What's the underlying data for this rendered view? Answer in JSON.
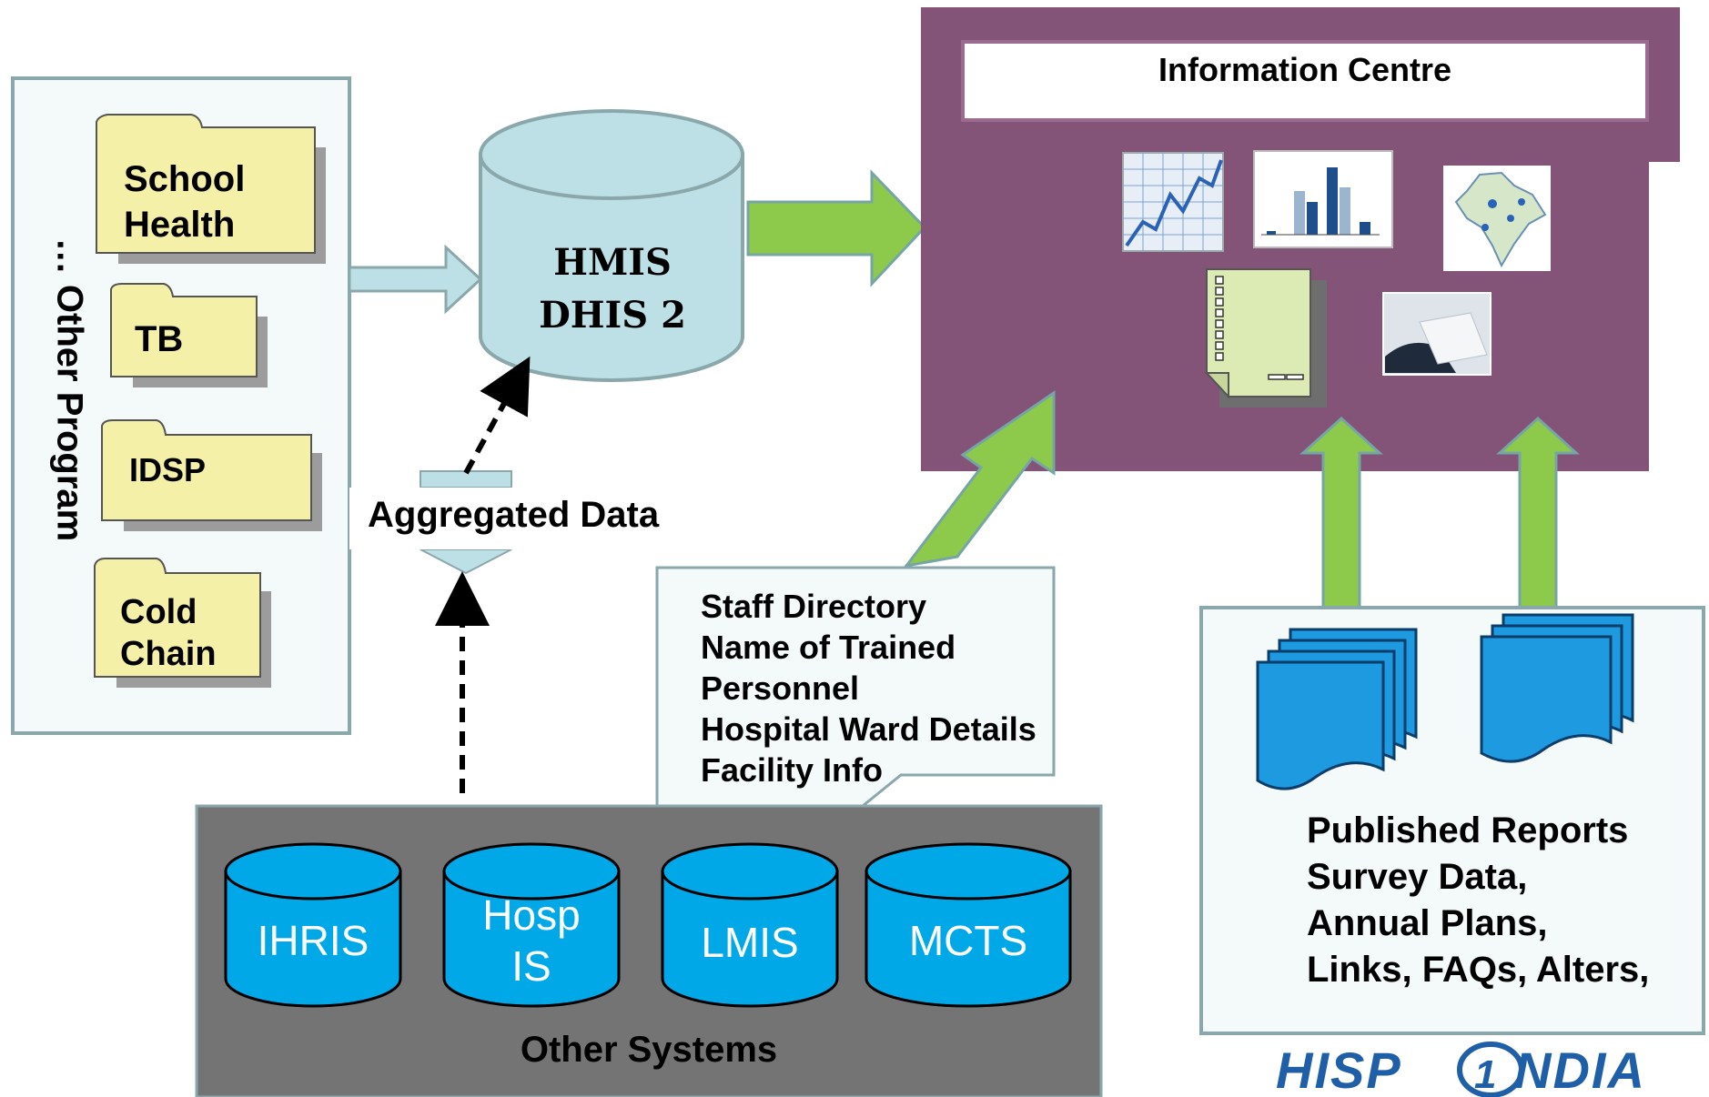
{
  "program_panel": {
    "side_label": "… Other Program",
    "folders": [
      {
        "label": "School Health",
        "lines": [
          "School",
          "Health"
        ]
      },
      {
        "label": "TB"
      },
      {
        "label": "IDSP"
      },
      {
        "label": "Cold Chain",
        "lines": [
          "Cold",
          "Chain"
        ]
      }
    ]
  },
  "hmis": {
    "line1": "HMIS",
    "line2": "DHIS 2"
  },
  "aggregated": {
    "label": "Aggregated Data"
  },
  "info_centre": {
    "title": "Information Centre"
  },
  "staff_note": {
    "lines": [
      "Staff Directory",
      "Name of Trained",
      "Personnel",
      "Hospital Ward Details",
      "Facility Info"
    ]
  },
  "other_systems": {
    "label": "Other Systems",
    "systems": [
      {
        "label": "IHRIS",
        "lines": [
          "IHRIS"
        ]
      },
      {
        "label": "Hosp IS",
        "lines": [
          "Hosp",
          "IS"
        ]
      },
      {
        "label": "LMIS",
        "lines": [
          "LMIS"
        ]
      },
      {
        "label": "MCTS",
        "lines": [
          "MCTS"
        ]
      }
    ]
  },
  "reports": {
    "lines": [
      "Published Reports",
      "Survey Data,",
      "Annual Plans,",
      "Links, FAQs, Alters,"
    ]
  },
  "logo": {
    "text": "HISP INDIA"
  },
  "colors": {
    "purple": "#845478",
    "folder_fill": "#f5f0a8",
    "cylinder_light": "#bde0e6",
    "cylinder_blue": "#00a8e8",
    "arrow_green": "#8dc94a",
    "gray_box": "#747474",
    "panel_bg": "#f4faf9",
    "panel_border": "#8aa7ab"
  }
}
